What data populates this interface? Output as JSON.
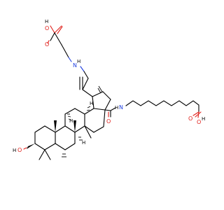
{
  "molecule": {
    "labels": {
      "acetic_oh_o": "O",
      "acetic_oh_h": "H",
      "acetic_co_o": "O",
      "glycine_n": "N",
      "glycine_nh_h": "H",
      "amide_o": "O",
      "amide_n": "N",
      "amide_nh_h": "H",
      "acid_co_o": "O",
      "acid_oh_o": "O",
      "acid_oh_h": "H",
      "hydroxyl_h": "H",
      "hydroxyl_o": "O",
      "h1": "H",
      "h2": "H",
      "h3": "H"
    },
    "colors": {
      "carbon": "#000000",
      "oxygen": "#e0201b",
      "nitrogen": "#1f3fe0"
    }
  }
}
